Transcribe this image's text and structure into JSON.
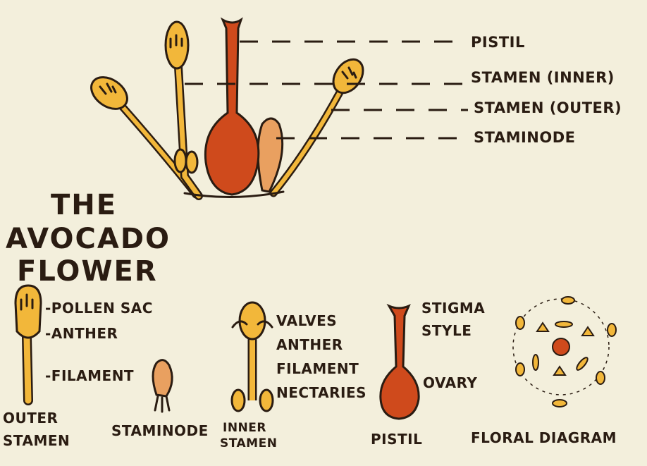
{
  "title_lines": [
    "THE",
    "AVOCADO",
    "FLOWER"
  ],
  "top_labels": {
    "pistil": "PISTIL",
    "stamen_inner": "STAMEN (INNER)",
    "stamen_outer": "STAMEN (OUTER)",
    "staminode": "STAMINODE"
  },
  "outer_stamen": {
    "parts": [
      "-POLLEN SAC",
      "-ANTHER",
      "-FILAMENT"
    ],
    "caption": [
      "OUTER",
      "STAMEN"
    ]
  },
  "staminode": {
    "caption": "STAMINODE"
  },
  "inner_stamen": {
    "parts": [
      "VALVES",
      "ANTHER",
      "FILAMENT",
      "NECTARIES"
    ],
    "caption": [
      "INNER",
      "STAMEN"
    ]
  },
  "pistil": {
    "parts": [
      "STIGMA",
      "STYLE",
      "OVARY"
    ],
    "caption": "PISTIL"
  },
  "floral_diagram": {
    "caption": "FLORAL DIAGRAM"
  },
  "colors": {
    "background": "#f3efdc",
    "stamen_yellow": "#f2b73a",
    "pistil_red": "#cf4a1c",
    "staminode_tan": "#e9a060",
    "ink": "#2a1c12"
  }
}
